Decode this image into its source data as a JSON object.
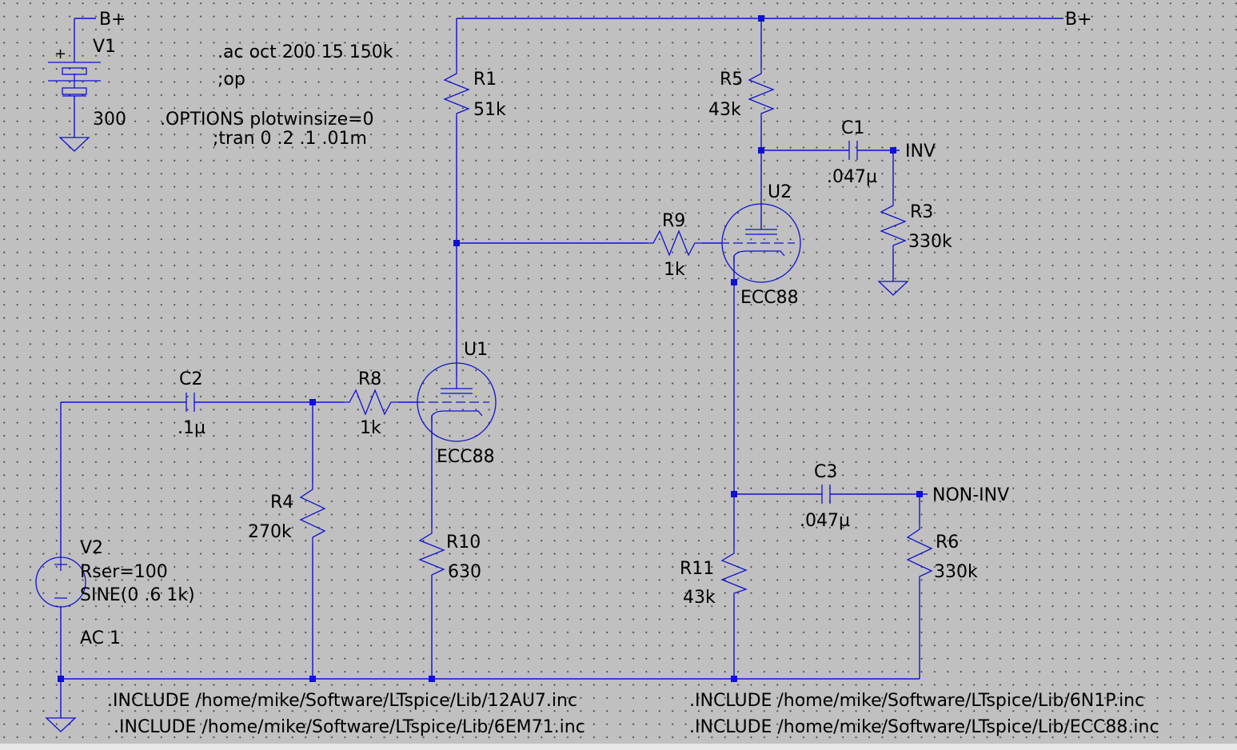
{
  "directives": {
    "ac": ".ac oct 200 15 150k",
    "op": ";op",
    "options": ".OPTIONS plotwinsize=0",
    "tran": ";tran 0 .2 .1 .01m",
    "inc1": ".INCLUDE /home/mike/Software/LTspice/Lib/12AU7.inc",
    "inc2": ".INCLUDE /home/mike/Software/LTspice/Lib/6EM71.inc",
    "inc3": ".INCLUDE /home/mike/Software/LTspice/Lib/6N1P.inc",
    "inc4": ".INCLUDE /home/mike/Software/LTspice/Lib/ECC88.inc"
  },
  "nets": {
    "bplus": "B+",
    "inv": "INV",
    "noninv": "NON-INV"
  },
  "v1": {
    "name": "V1",
    "value": "300",
    "plus": "+"
  },
  "v2": {
    "name": "V2",
    "rser": "Rser=100",
    "sine": "SINE(0 .6 1k)",
    "ac": "AC 1"
  },
  "components": {
    "r1": {
      "name": "R1",
      "value": "51k"
    },
    "r5": {
      "name": "R5",
      "value": "43k"
    },
    "r9": {
      "name": "R9",
      "value": "1k"
    },
    "r3": {
      "name": "R3",
      "value": "330k"
    },
    "r8": {
      "name": "R8",
      "value": "1k"
    },
    "r4": {
      "name": "R4",
      "value": "270k"
    },
    "r10": {
      "name": "R10",
      "value": "630"
    },
    "r11": {
      "name": "R11",
      "value": "43k"
    },
    "r6": {
      "name": "R6",
      "value": "330k"
    },
    "c1": {
      "name": "C1",
      "value": ".047µ"
    },
    "c2": {
      "name": "C2",
      "value": ".1µ"
    },
    "c3": {
      "name": "C3",
      "value": ".047µ"
    },
    "u1": {
      "name": "U1",
      "model": "ECC88"
    },
    "u2": {
      "name": "U2",
      "model": "ECC88"
    }
  }
}
